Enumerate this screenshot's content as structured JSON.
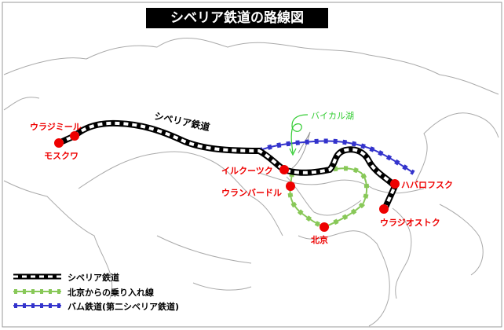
{
  "title": "シベリア鉄道の路線図",
  "route_labels": {
    "trans_siberian": "シベリア鉄道",
    "lake_baikal": "バイカル湖"
  },
  "stations": {
    "vladimir": "ウラジミール",
    "moscow": "モスクワ",
    "irkutsk": "イルクーツク",
    "ulaanbaatar": "ウランバードル",
    "beijing": "北京",
    "khabarovsk": "ハバロフスク",
    "vladivostok": "ウラジオストク"
  },
  "legend": [
    {
      "label": "シベリア鉄道",
      "color": "#000000"
    },
    {
      "label": "北京からの乗り入れ線",
      "color": "#88c858"
    },
    {
      "label": "バム鉄道(第二シベリア鉄道)",
      "color": "#3333cc"
    }
  ],
  "colors": {
    "station": "#ee0000",
    "land": "#aaaaaa",
    "lake_label": "#33cc33"
  }
}
